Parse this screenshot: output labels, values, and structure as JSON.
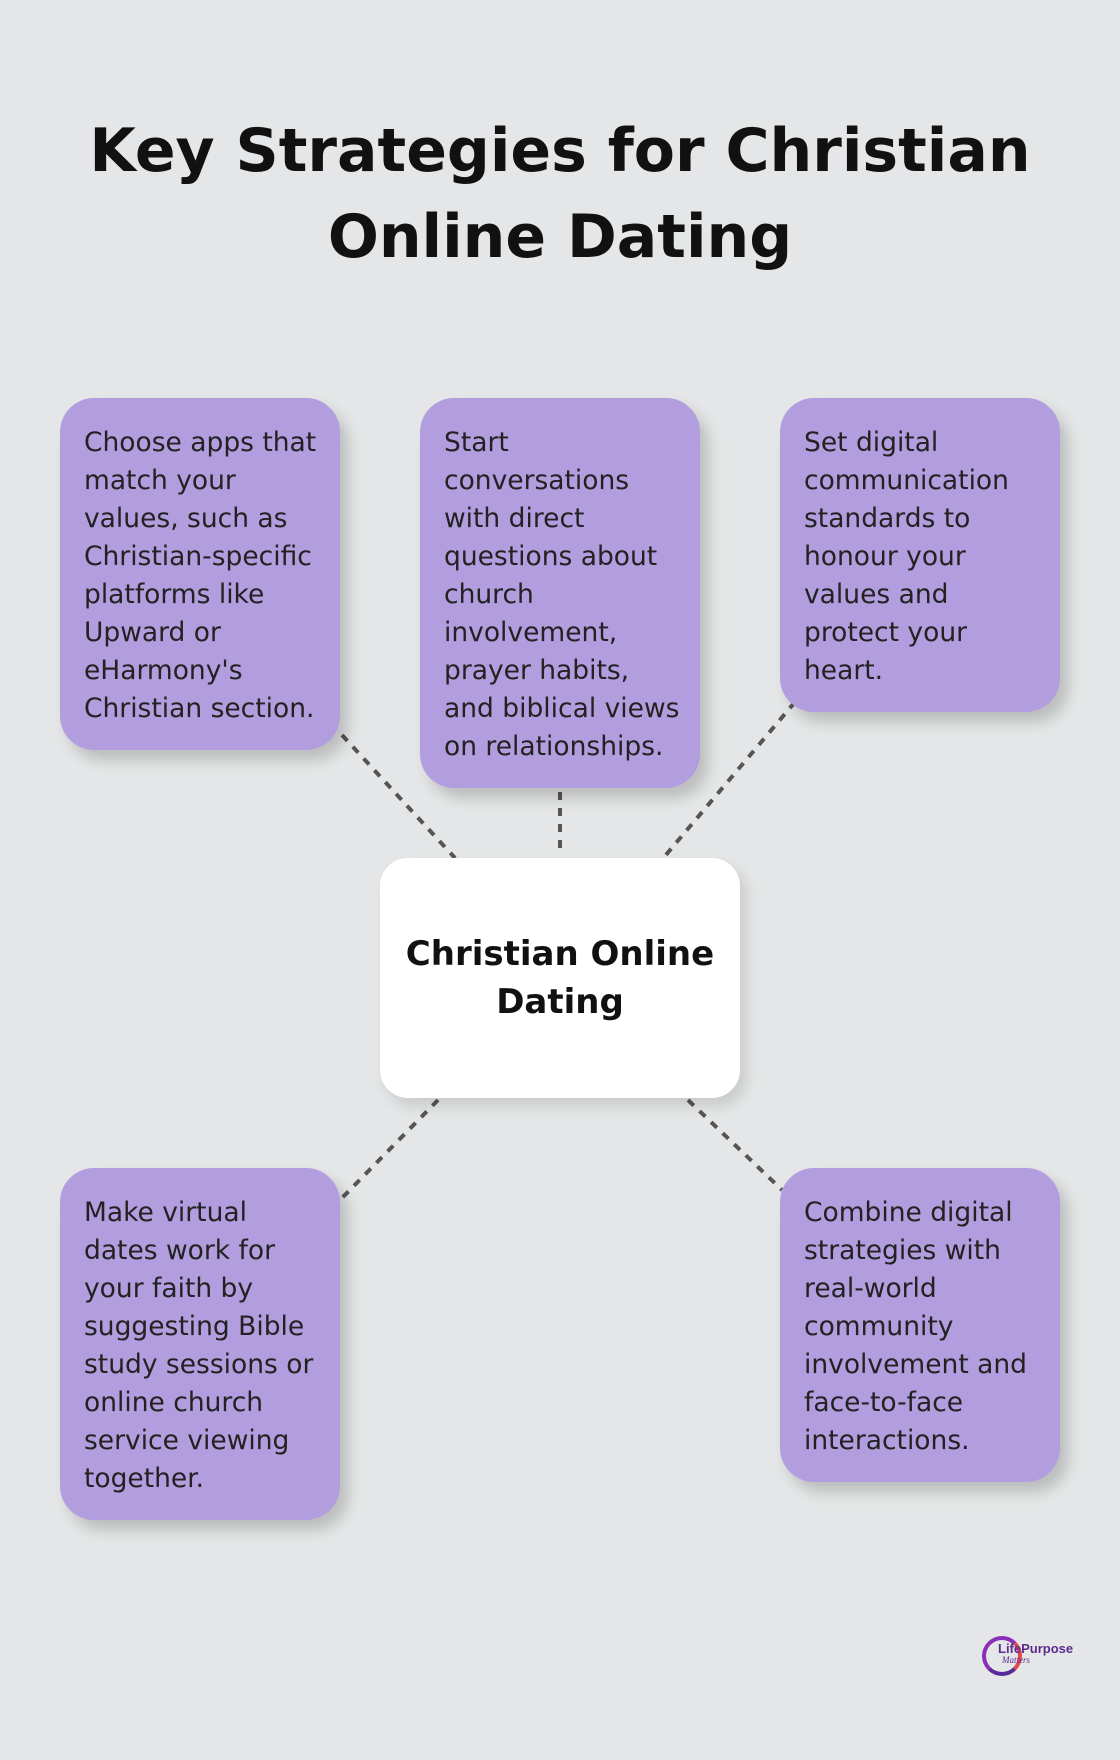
{
  "title": "Key Strategies for Christian Online Dating",
  "center": {
    "label": "Christian Online Dating"
  },
  "strategies": [
    {
      "text": "Choose apps that match your values, such as Christian-specific platforms like Upward or eHarmony's Christian section."
    },
    {
      "text": "Start conversations with direct questions about church involvement, prayer habits, and biblical views on relationships."
    },
    {
      "text": "Set digital communication standards to honour your values and protect your heart."
    },
    {
      "text": "Make virtual dates work for your faith by suggesting Bible study sessions or online church service viewing together."
    },
    {
      "text": "Combine digital strategies with real-world community involvement and face-to-face interactions."
    }
  ],
  "logo": {
    "text": "LifePurpose",
    "subtext": "Matters"
  },
  "colors": {
    "background": "#e4e6e7",
    "box": "#b29ddf",
    "center_box": "#ffffff",
    "connector": "#555555",
    "logo": "#5b2c8f"
  }
}
